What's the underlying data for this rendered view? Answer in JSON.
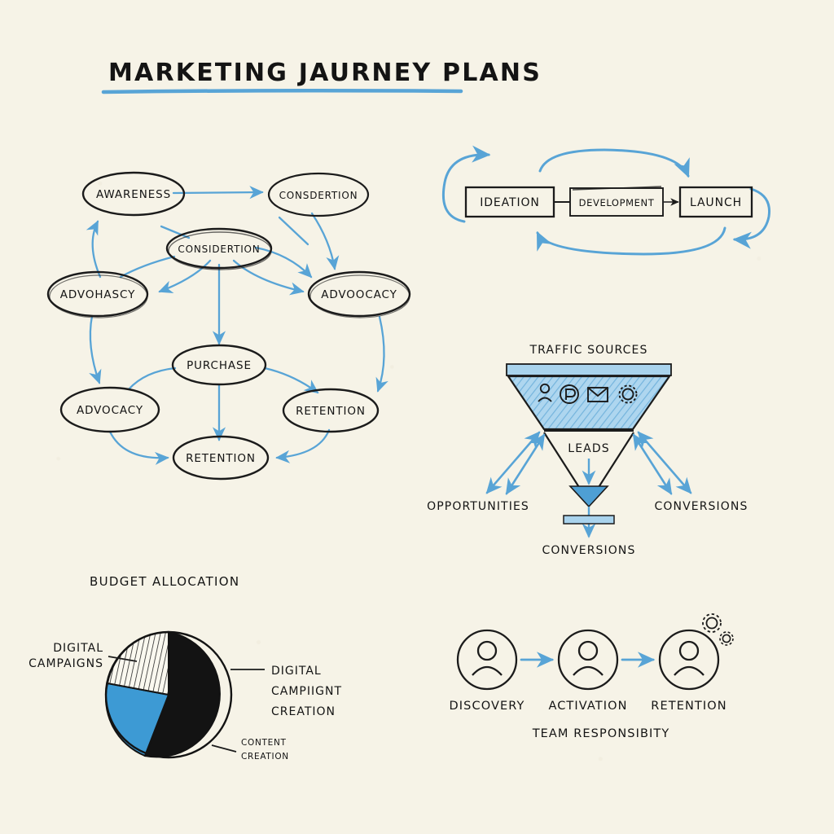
{
  "page": {
    "title": "MARKETING JAURNEY PLANS",
    "background_color": "#f6f3e7",
    "accent_blue": "#58a4d6",
    "ink_color": "#1b1b1b",
    "pie_blue": "#3d9ad4"
  },
  "journey_map": {
    "nodes": [
      {
        "id": "awareness",
        "label": "AWARENESS"
      },
      {
        "id": "consdertion",
        "label": "CONSDERTION"
      },
      {
        "id": "considertion",
        "label": "CONSIDERTION"
      },
      {
        "id": "advohascy",
        "label": "ADVOHASCY"
      },
      {
        "id": "advoocacy",
        "label": "ADVOOCACY"
      },
      {
        "id": "purchase",
        "label": "PURCHASE"
      },
      {
        "id": "advocacy",
        "label": "ADVOCACY"
      },
      {
        "id": "retention_r",
        "label": "RETENTION"
      },
      {
        "id": "retention_b",
        "label": "RETENTION"
      }
    ]
  },
  "process_chain": {
    "steps": [
      {
        "id": "ideation",
        "label": "IDEATION"
      },
      {
        "id": "development",
        "label": "DEVELOPMENT"
      },
      {
        "id": "launch",
        "label": "LAUNCH"
      }
    ]
  },
  "funnel": {
    "top_label": "TRAFFIC SOURCES",
    "middle_label": "LEADS",
    "left_label": "OPPORTUNITIES",
    "right_label": "CONVERSIONS",
    "bottom_label": "CONVERSIONS",
    "icons": [
      {
        "id": "person",
        "name": "person-icon"
      },
      {
        "id": "paid",
        "name": "circled-p-icon"
      },
      {
        "id": "email",
        "name": "envelope-icon"
      },
      {
        "id": "seo",
        "name": "gear-icon"
      }
    ]
  },
  "budget": {
    "title": "BUDGET ALLOCATION",
    "labels": {
      "left": "DIGITAL\nCAMPAIGNS",
      "left_line1": "DIGITAL",
      "left_line2": "CAMPAIGNS",
      "right_line1": "DIGITAL",
      "right_line2": "CAMPIIGNT",
      "right_line3": "CREATION",
      "bottom_line1": "CONTENT",
      "bottom_line2": "CREATION"
    }
  },
  "chart_data": {
    "type": "pie",
    "title": "BUDGET ALLOCATION",
    "categories": [
      "DIGITAL CAMPIIGNT CREATION",
      "DIGITAL CAMPAIGNS",
      "CONTENT CREATION"
    ],
    "values": [
      55,
      28,
      17
    ],
    "colors": [
      "#131313",
      "#3d9ad4",
      "hatched"
    ],
    "legend": "leader-lines",
    "grid": false
  },
  "team": {
    "caption": "TEAM RESPONSIBITY",
    "stages": [
      {
        "id": "discovery",
        "label": "DISCOVERY"
      },
      {
        "id": "activation",
        "label": "ACTIVATION"
      },
      {
        "id": "retention",
        "label": "RETENTION"
      }
    ]
  }
}
